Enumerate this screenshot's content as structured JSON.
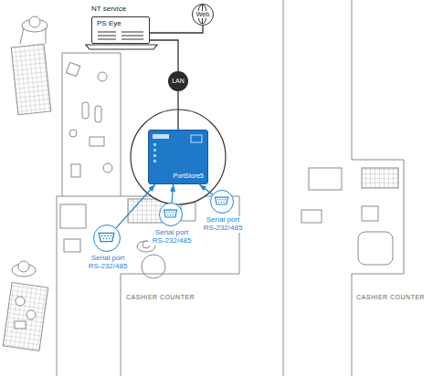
{
  "diagram": {
    "nodes": [
      {
        "text": [
          "NT service",
          "PS Eye"
        ]
      },
      {
        "text": [
          "Web"
        ]
      },
      {
        "text": [
          "LAN"
        ]
      },
      {
        "text": [
          "PortStore5"
        ]
      },
      {
        "text": [
          "Serial port RS-232/485"
        ]
      },
      {
        "text": [
          "Serial port RS-232/485"
        ]
      },
      {
        "text": [
          "Serial port RS-232/485"
        ]
      }
    ],
    "edges": [
      {
        "from": 0,
        "to": 1,
        "arrow": "none"
      },
      {
        "from": 0,
        "to": 2,
        "arrow": "none"
      },
      {
        "from": 2,
        "to": 3,
        "arrow": "none"
      },
      {
        "from": 4,
        "to": 3,
        "arrow": "to"
      },
      {
        "from": 5,
        "to": 3,
        "arrow": "to"
      },
      {
        "from": 6,
        "to": 3,
        "arrow": "to"
      }
    ],
    "labels": [
      "CASHIER COUNTER",
      "CASHIER COUNTER"
    ]
  }
}
